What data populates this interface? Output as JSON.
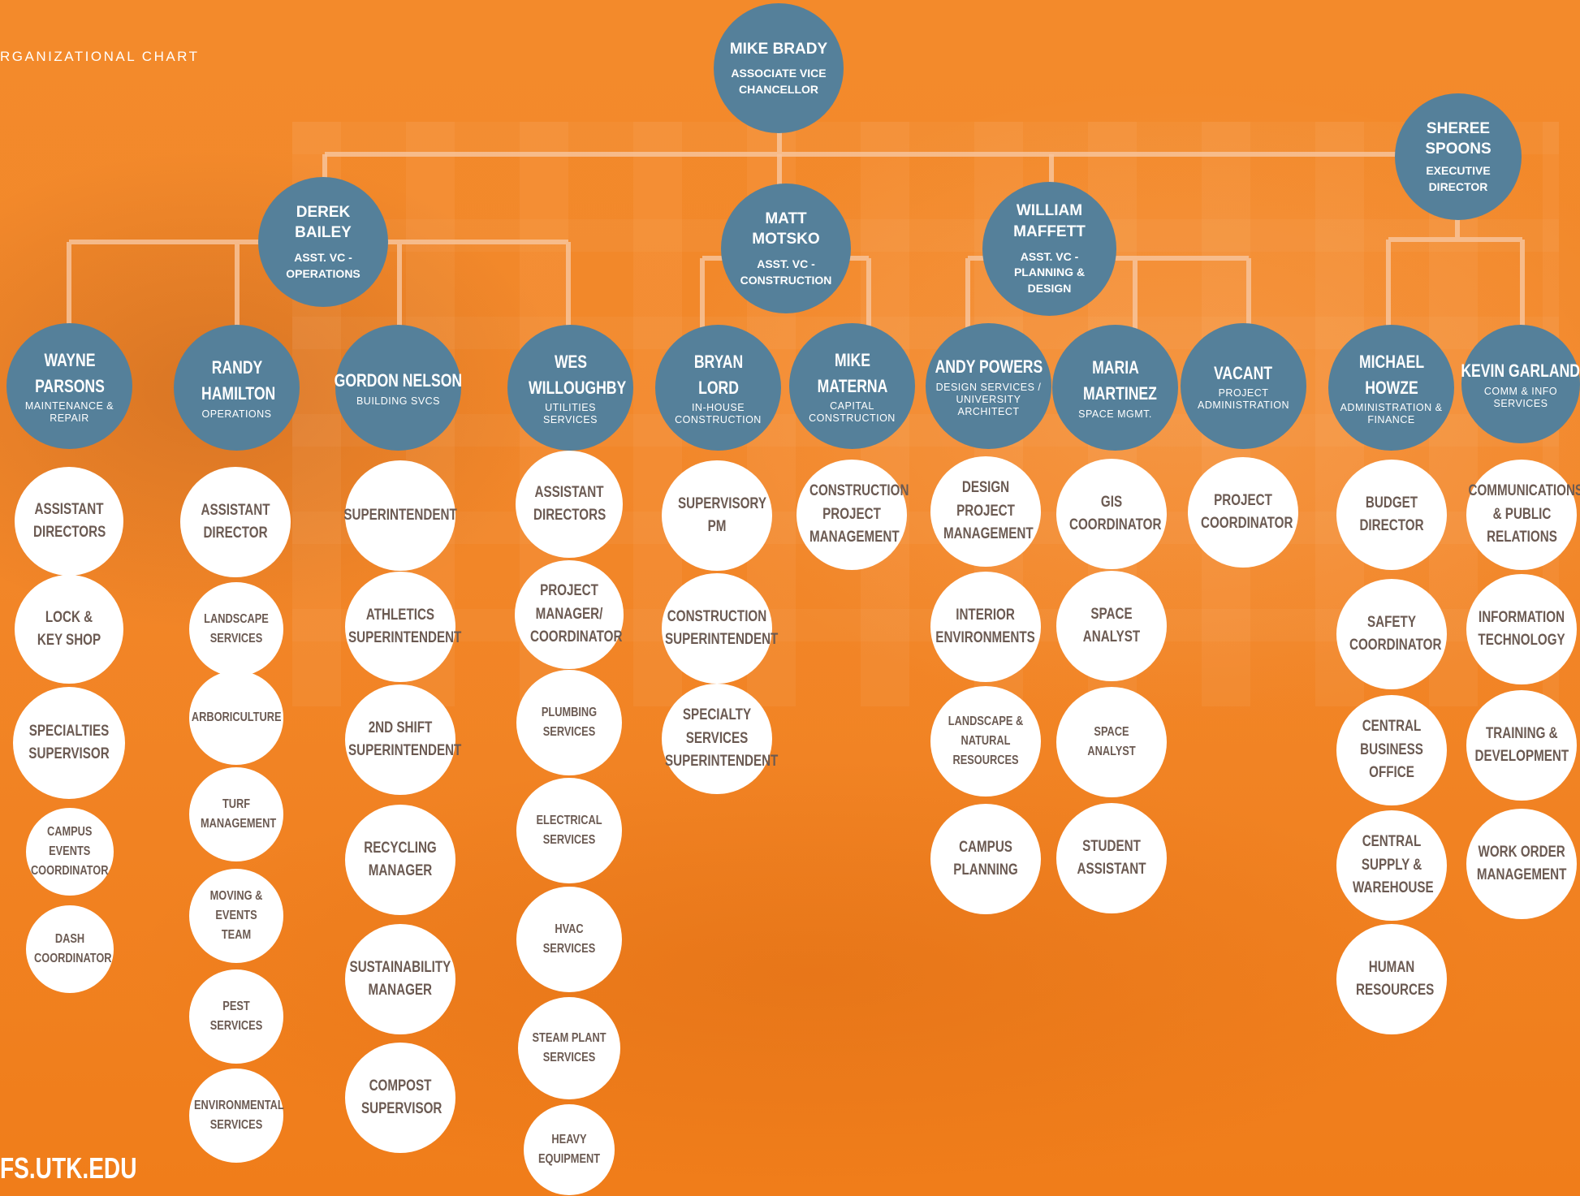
{
  "header": {
    "title": "RGANIZATIONAL CHART",
    "website": "FS.UTK.EDU"
  },
  "colors": {
    "background": "#f2841f",
    "circle_blue": "#55809a",
    "circle_white": "#ffffff",
    "text_gray": "#6b5a52",
    "connector": "#f7c39a"
  },
  "leadership": {
    "brady": {
      "name": "MIKE BRADY",
      "title": "ASSOCIATE VICE CHANCELLOR"
    },
    "spoons": {
      "name": "SHEREE SPOONS",
      "title": "EXECUTIVE DIRECTOR"
    },
    "bailey": {
      "name": "DEREK BAILEY",
      "title": "ASST. VC - OPERATIONS"
    },
    "motsko": {
      "name": "MATT MOTSKO",
      "title": "ASST. VC - CONSTRUCTION"
    },
    "maffett": {
      "name": "WILLIAM MAFFETT",
      "title": "ASST. VC - PLANNING & DESIGN"
    }
  },
  "managers": {
    "parsons": {
      "name": "WAYNE PARSONS",
      "title": "MAINTENANCE & REPAIR"
    },
    "hamilton": {
      "name": "RANDY HAMILTON",
      "title": "OPERATIONS"
    },
    "nelson": {
      "name": "GORDON NELSON",
      "title": "BUILDING SVCS"
    },
    "willoughby": {
      "name": "WES WILLOUGHBY",
      "title": "UTILITIES SERVICES"
    },
    "lord": {
      "name": "BRYAN LORD",
      "title": "IN-HOUSE CONSTRUCTION"
    },
    "materna": {
      "name": "MIKE MATERNA",
      "title": "CAPITAL CONSTRUCTION"
    },
    "powers": {
      "name": "ANDY POWERS",
      "title": "DESIGN SERVICES / UNIVERSITY ARCHITECT"
    },
    "martinez": {
      "name": "MARIA MARTINEZ",
      "title": "SPACE MGMT."
    },
    "vacant": {
      "name": "VACANT",
      "title": "PROJECT ADMINISTRATION"
    },
    "howze": {
      "name": "MICHAEL HOWZE",
      "title": "ADMINISTRATION & FINANCE"
    },
    "garland": {
      "name": "KEVIN GARLAND",
      "title": "COMM & INFO SERVICES"
    }
  },
  "units": {
    "parsons": [
      "ASSISTANT DIRECTORS",
      "LOCK & KEY SHOP",
      "SPECIALTIES SUPERVISOR",
      "CAMPUS EVENTS COORDINATOR",
      "DASH COORDINATOR"
    ],
    "hamilton": [
      "ASSISTANT DIRECTOR",
      "LANDSCAPE SERVICES",
      "ARBORICULTURE",
      "TURF MANAGEMENT",
      "MOVING & EVENTS TEAM",
      "PEST SERVICES",
      "ENVIRONMENTAL SERVICES"
    ],
    "nelson": [
      "SUPERINTENDENT",
      "ATHLETICS SUPERINTENDENT",
      "2ND SHIFT SUPERINTENDENT",
      "RECYCLING MANAGER",
      "SUSTAINABILITY MANAGER",
      "COMPOST SUPERVISOR"
    ],
    "willoughby": [
      "ASSISTANT DIRECTORS",
      "PROJECT MANAGER/ COORDINATOR",
      "PLUMBING SERVICES",
      "ELECTRICAL SERVICES",
      "HVAC SERVICES",
      "STEAM PLANT SERVICES",
      "HEAVY EQUIPMENT"
    ],
    "lord": [
      "SUPERVISORY PM",
      "CONSTRUCTION SUPERINTENDENT",
      "SPECIALTY SERVICES SUPERINTENDENT"
    ],
    "materna": [
      "CONSTRUCTION PROJECT MANAGEMENT"
    ],
    "powers": [
      "DESIGN PROJECT MANAGEMENT",
      "INTERIOR ENVIRONMENTS",
      "LANDSCAPE & NATURAL RESOURCES",
      "CAMPUS PLANNING"
    ],
    "martinez": [
      "GIS COORDINATOR",
      "SPACE ANALYST",
      "SPACE ANALYST",
      "STUDENT ASSISTANT"
    ],
    "vacant": [
      "PROJECT COORDINATOR"
    ],
    "howze": [
      "BUDGET DIRECTOR",
      "SAFETY COORDINATOR",
      "CENTRAL BUSINESS OFFICE",
      "CENTRAL SUPPLY & WAREHOUSE",
      "HUMAN RESOURCES"
    ],
    "garland": [
      "COMMUNICATIONS & PUBLIC RELATIONS",
      "INFORMATION TECHNOLOGY",
      "TRAINING & DEVELOPMENT",
      "WORK ORDER MANAGEMENT"
    ]
  }
}
